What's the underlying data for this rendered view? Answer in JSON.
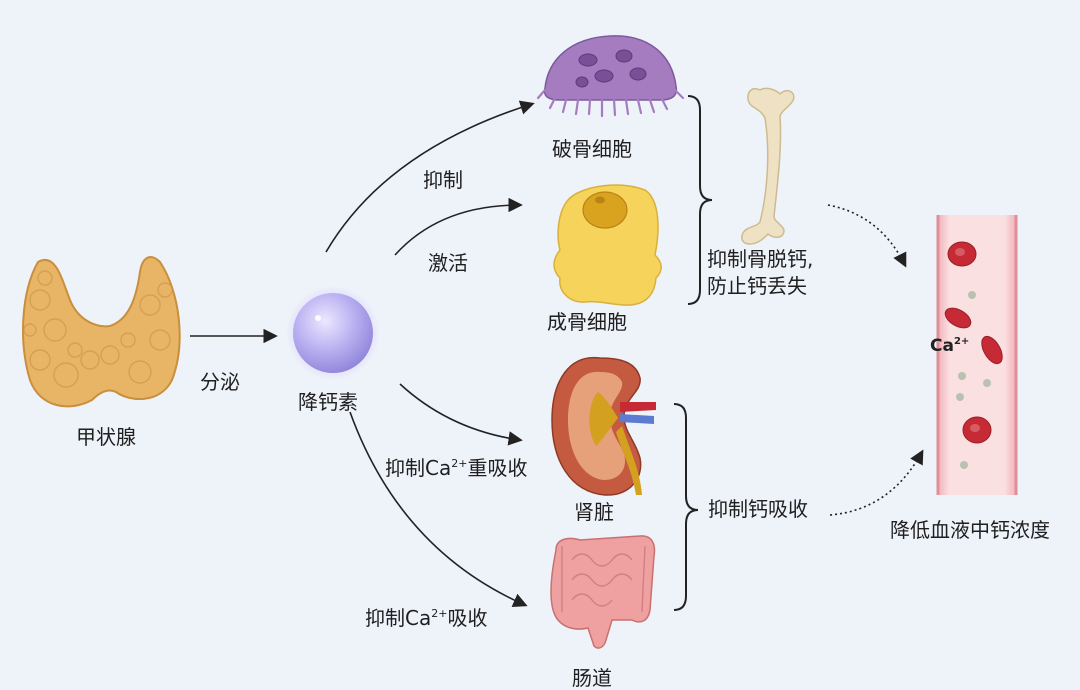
{
  "labels": {
    "thyroid": "甲状腺",
    "secrete": "分泌",
    "calcitonin": "降钙素",
    "inhibit": "抑制",
    "activate": "激活",
    "osteoclast": "破骨细胞",
    "osteoblast": "成骨细胞",
    "bone_effect_line1": "抑制骨脱钙,",
    "bone_effect_line2": "防止钙丢失",
    "kidney": "肾脏",
    "intestine": "肠道",
    "inhibit_reabsorb_pre": "抑制Ca",
    "inhibit_reabsorb_sup": "2+",
    "inhibit_reabsorb_post": "重吸收",
    "inhibit_absorb_pre": "抑制Ca",
    "inhibit_absorb_sup": "2+",
    "inhibit_absorb_post": "吸收",
    "inhibit_ca_absorb": "抑制钙吸收",
    "ca_ion": "Ca",
    "ca_ion_sup": "2+",
    "result": "降低血液中钙浓度"
  },
  "colors": {
    "background": "#eef2f9",
    "thyroid": "#e8b466",
    "calcitonin": "#b4acec",
    "osteoclast": "#a57cc0",
    "osteoblast": "#f6d35a",
    "bone": "#efe2c4",
    "kidney": "#c45a40",
    "intestine": "#efa0a0",
    "vessel": "#f6cdd0",
    "red_cell": "#c52a35"
  }
}
